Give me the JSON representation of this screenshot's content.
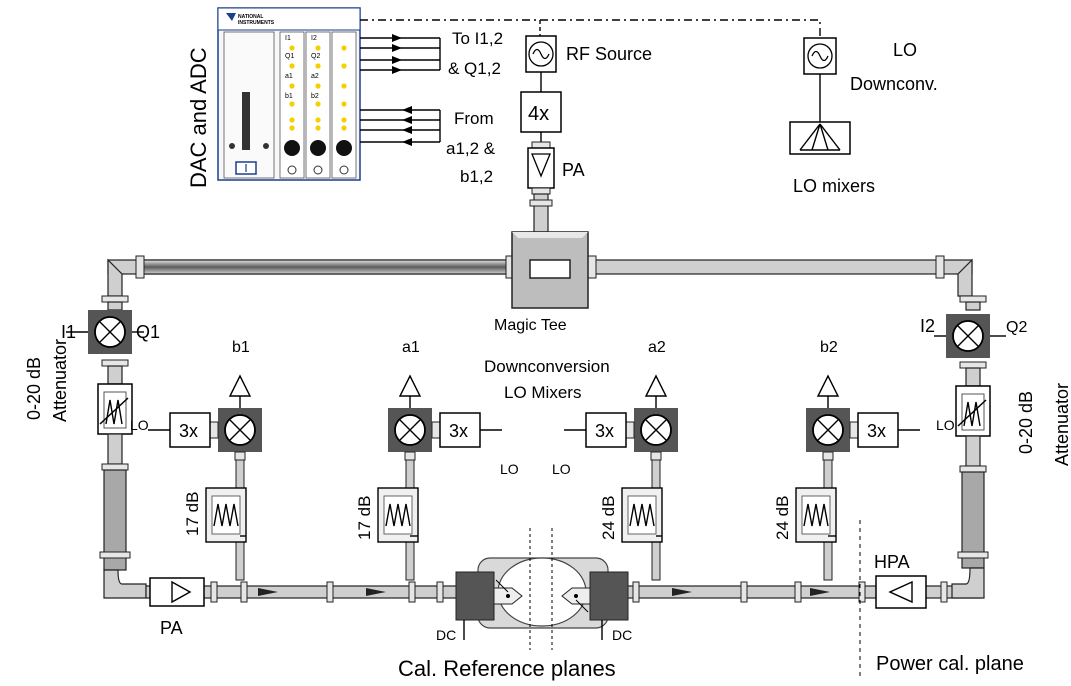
{
  "instrument": {
    "brand_line1": "NATIONAL",
    "brand_line2": "INSTRUMENTS",
    "slot1": [
      "I1",
      "Q1",
      "a1",
      "b1"
    ],
    "slot2": [
      "I2",
      "Q2",
      "a2",
      "b2"
    ],
    "side_label": "DAC and ADC"
  },
  "labels": {
    "to_line1": "To I1,2",
    "to_line2": "& Q1,2",
    "from_line1": "From",
    "from_line2": "a1,2 &",
    "from_line3": "b1,2",
    "rf_source": "RF Source",
    "lo_line1": "LO",
    "lo_line2": "Downconv.",
    "lo_mixers": "LO mixers",
    "mult_4x": "4x",
    "pa_top": "PA",
    "magic_tee": "Magic Tee",
    "downconv_line1": "Downconversion",
    "downconv_line2": "LO Mixers",
    "i1": "I1",
    "q1": "Q1",
    "i2": "I2",
    "q2": "Q2",
    "b1": "b1",
    "a1": "a1",
    "a2": "a2",
    "b2": "b2",
    "lo": "LO",
    "mult_3x": "3x",
    "att_range": "0-20 dB",
    "att_word": "Attenuator",
    "coupler_17": "17 dB",
    "coupler_24": "24 dB",
    "pa_bottom": "PA",
    "hpa": "HPA",
    "dc": "DC",
    "cal_ref": "Cal. Reference planes",
    "power_cal": "Power cal. plane"
  },
  "colors": {
    "waveguide": "#cfcfcf",
    "waveguide_dark": "#8a8a8a",
    "mixer_fill": "#555555",
    "led": "#f5d000",
    "brand_blue": "#1b3f8f"
  }
}
